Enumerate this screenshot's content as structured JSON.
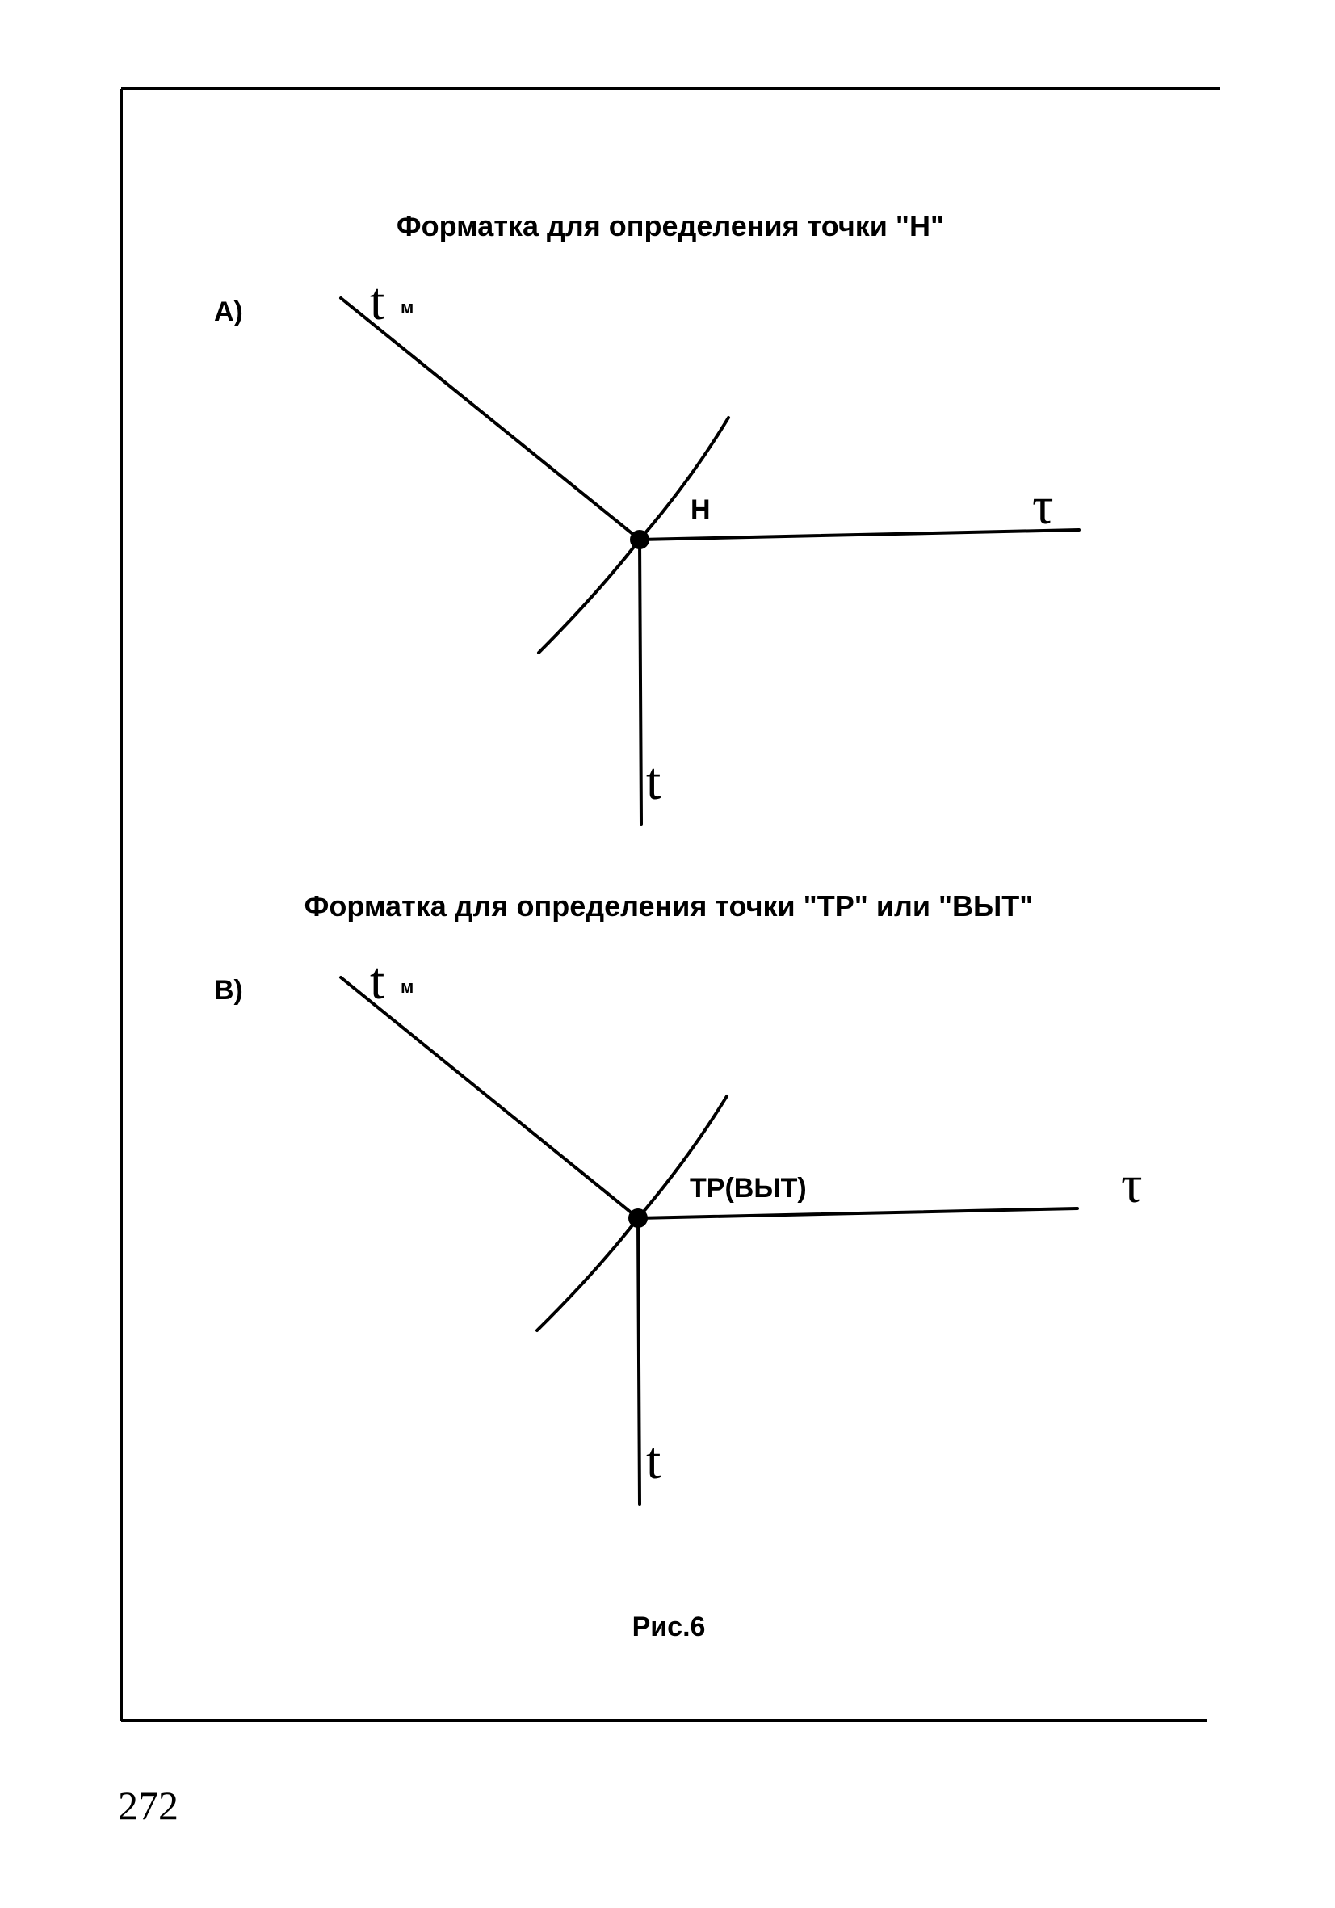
{
  "diagram_a": {
    "title": "Форматка для определения точки \"Н\"",
    "panel_label": "А)",
    "axis_tm_main": "t",
    "axis_tm_sub": "м",
    "point_label": "Н",
    "axis_tau": "τ",
    "axis_t": "t"
  },
  "diagram_b": {
    "title": "Форматка для определения точки \"ТР\" или \"ВЫТ\"",
    "panel_label": "В)",
    "axis_tm_main": "t",
    "axis_tm_sub": "м",
    "point_label": "ТР(ВЫТ)",
    "axis_tau": "τ",
    "axis_t": "t"
  },
  "caption": "Рис.6",
  "page_number": "272"
}
